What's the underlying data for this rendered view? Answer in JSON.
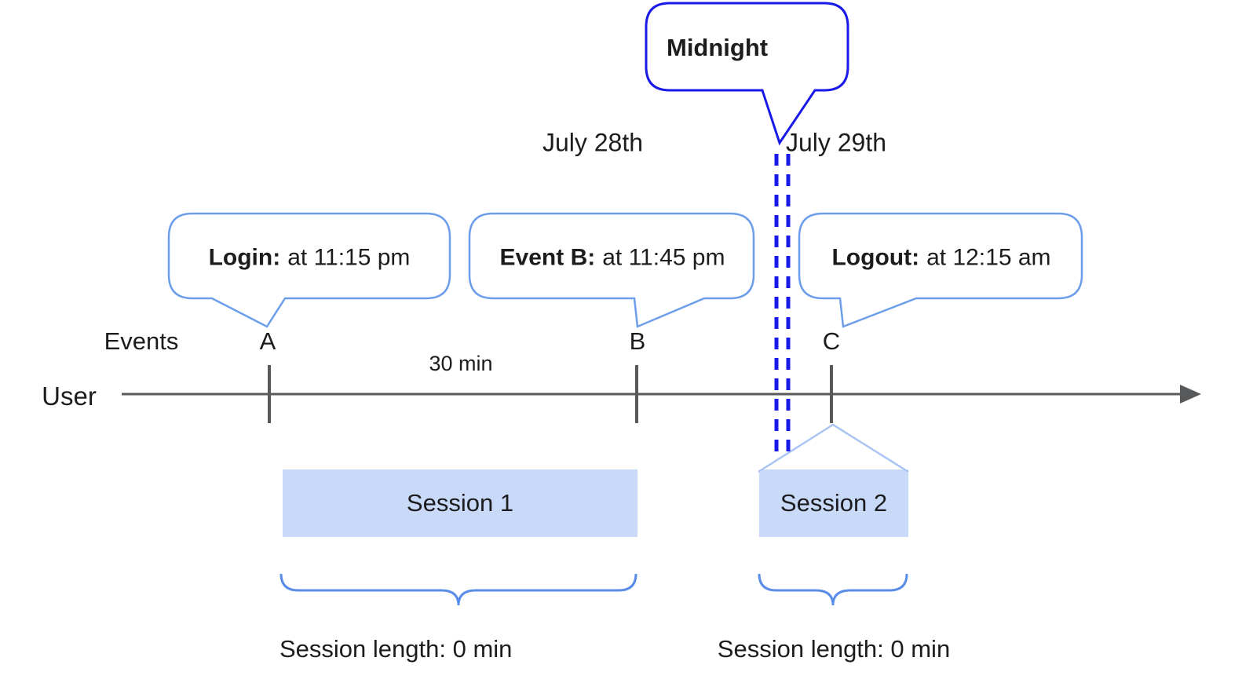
{
  "colors": {
    "midnight_blue": "#1a1ae8",
    "bubble_blue": "#6d9eeb",
    "brace_blue": "#5a8ce8",
    "roof_blue": "#aac4f4",
    "session_fill": "#c9daf8",
    "timeline_gray": "#58595b",
    "text": "#1c1c1e",
    "bubble_fill": "#ffffff"
  },
  "dates": {
    "before_midnight": "July 28th",
    "after_midnight": "July 29th"
  },
  "midnight_label": "Midnight",
  "bubbles": [
    {
      "label": "Login:",
      "value": "at 11:15 pm"
    },
    {
      "label": "Event B:",
      "value": "at 11:45 pm"
    },
    {
      "label": "Logout:",
      "value": "at 12:15 am"
    }
  ],
  "timeline": {
    "events_label": "Events",
    "user_label": "User",
    "interval_label": "30 min",
    "markers": [
      "A",
      "B",
      "C"
    ]
  },
  "sessions": [
    {
      "label": "Session 1",
      "length_label": "Session length: 0 min"
    },
    {
      "label": "Session 2",
      "length_label": "Session length: 0 min"
    }
  ]
}
